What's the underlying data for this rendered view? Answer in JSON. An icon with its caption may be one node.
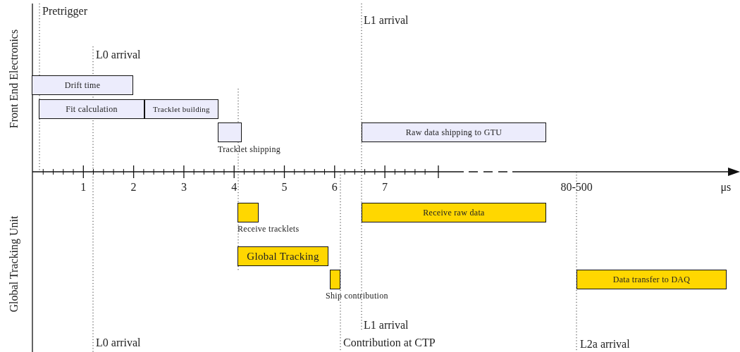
{
  "diagram": {
    "nodes": [
      {
        "text": [
          "Drift time"
        ]
      },
      {
        "text": [
          "Fit calculation"
        ]
      },
      {
        "text": [
          "Tracklet building"
        ]
      },
      {
        "text": [],
        "shape": "box",
        "beside": [
          "Tracklet shipping"
        ]
      },
      {
        "text": [
          "Raw data shipping to GTU"
        ]
      },
      {
        "text": [],
        "shape": "box",
        "beside": [
          "Receive tracklets"
        ]
      },
      {
        "text": [
          "Receive raw data"
        ]
      },
      {
        "text": [
          "Global Tracking"
        ]
      },
      {
        "text": [],
        "shape": "box",
        "beside": [
          "Ship contribution"
        ]
      },
      {
        "text": [
          "Data transfer to DAQ"
        ]
      }
    ],
    "labels": [
      "Front End Electronics",
      "Pretrigger",
      "L1 arrival",
      "L0 arrival",
      "1",
      "2",
      "3",
      "4",
      "5",
      "6",
      "7",
      "80-500",
      "μs",
      "Global Tracking Unit",
      "L1 arrival",
      "L0 arrival",
      "Contribution at CTP",
      "L2a arrival"
    ]
  }
}
